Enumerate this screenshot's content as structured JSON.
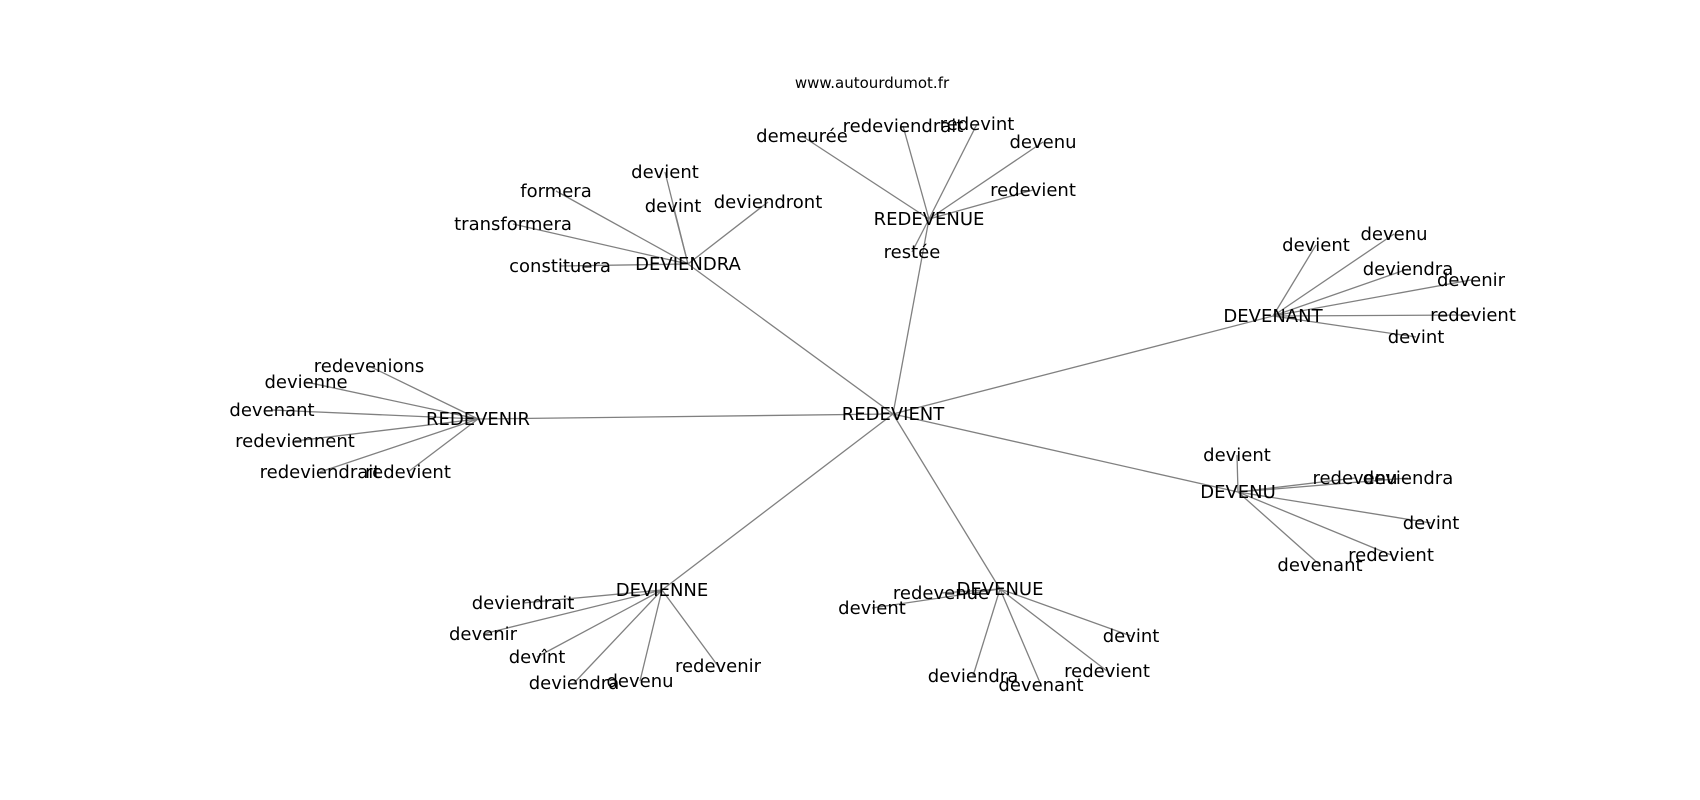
{
  "site": "www.autourdumot.fr",
  "root": "REDEVIENT",
  "groups": [
    {
      "hub": "DEVIENDRA",
      "leaves": [
        "devient",
        "formera",
        "devint",
        "deviendront",
        "transformera",
        "constituera"
      ]
    },
    {
      "hub": "REDEVENUE",
      "leaves": [
        "demeurée",
        "redeviendrait",
        "redevint",
        "devenu",
        "redevient",
        "restée"
      ]
    },
    {
      "hub": "DEVENANT",
      "leaves": [
        "devient",
        "devenu",
        "deviendra",
        "devenir",
        "redevient",
        "devint"
      ]
    },
    {
      "hub": "REDEVENIR",
      "leaves": [
        "redevenions",
        "devienne",
        "devenant",
        "redeviennent",
        "redeviendrait",
        "redevient"
      ]
    },
    {
      "hub": "DEVENU",
      "leaves": [
        "devient",
        "redevenu",
        "deviendra",
        "devint",
        "redevient",
        "devenant"
      ]
    },
    {
      "hub": "DEVIENNE",
      "leaves": [
        "deviendrait",
        "devenir",
        "devînt",
        "deviendra",
        "devenu",
        "redevenir"
      ]
    },
    {
      "hub": "DEVENUE",
      "leaves": [
        "redevenue",
        "devient",
        "devint",
        "redevient",
        "deviendra",
        "devenant"
      ]
    }
  ]
}
